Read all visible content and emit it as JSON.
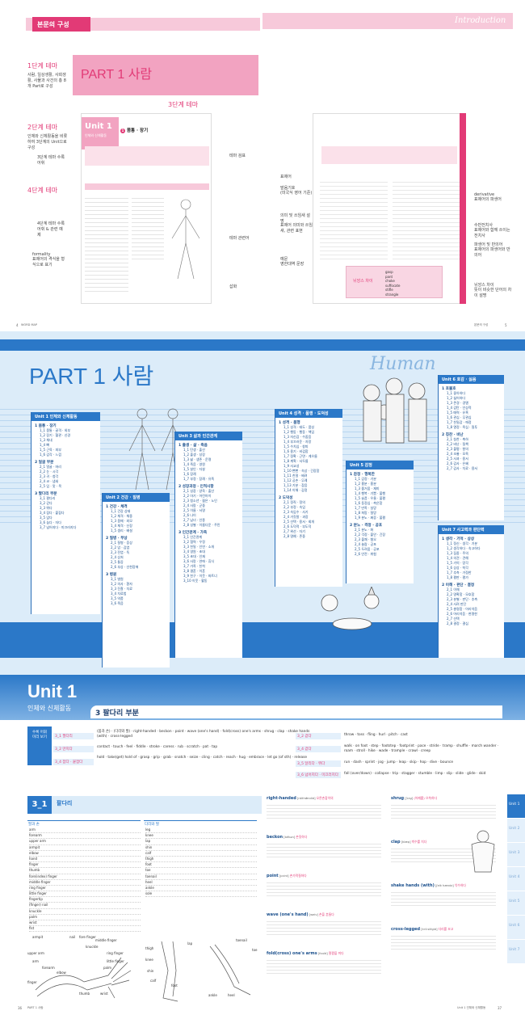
{
  "top_left": {
    "header_title": "본문의 구성",
    "part_title": "PART 1 사람",
    "stage1_label": "1단계 테마",
    "stage1_desc": "사람, 일상생활, 사회생활, 사물과 사건의 총 8개 Part로 구성",
    "stage2_label": "2단계 테마",
    "stage2_desc": "인체와 신체활동을 비롯하여 3단계의 Unit으로 구성",
    "stage3_label": "3단계 테마",
    "stage3_vocab": "3단계 테마 수록어휘",
    "stage4_label": "4단계 테마",
    "stage4_desc": "4단계 테마 수록어휘 & 관련 예제",
    "formality": "formality",
    "formality_desc": "표제어의 격식을 형식으로 표기",
    "unit_label": "Unit 1",
    "unit_sub": "인체와 신체활동",
    "section_title": "몸통 · 장기",
    "theme_index": "테마 검표",
    "theme_related": "테마 관련어",
    "illustration": "삽화",
    "page_no": "4",
    "footer": "WORD MAP"
  },
  "top_right": {
    "header_title": "Introduction",
    "headword_label": "표제어",
    "pronunciation_label": "발음기호",
    "pronunciation_desc": "(미국식 영어 기준)",
    "meaning_label": "의미 및 쓰임새 설명",
    "meaning_desc": "표제어 의미와 쓰임새, 관련 표현",
    "example_label": "예문",
    "example_desc": "영한대역 문장",
    "derivative_label": "derivative",
    "derivative_desc": "표제어의 파생어",
    "antonym_label": "수반전치사",
    "antonym_desc": "표제어와 함께 쓰이는 전치사",
    "synonym_label": "파생어 및 반의어",
    "synonym_desc": "표제어의 파생어와 반의어",
    "nuance_label": "뉘앙스 차이",
    "nuance_desc": "뜻이 비슷한 단어의 차이 설명",
    "box_title": "뉘앙스 차이",
    "box_words": [
      "gasp",
      "pant",
      "choke",
      "suffocate",
      "stifle",
      "strangle"
    ],
    "page_no": "5",
    "footer": "본문의 구성"
  },
  "part_page": {
    "title": "PART 1 사람",
    "script": "Human",
    "units": [
      {
        "name": "Unit 1 인체와 신체활동",
        "sections": [
          {
            "title": "1 몸통 · 장기",
            "items": [
              "1_1 몸통 · 골격 · 외부",
              "1_2 장기 · 혈관 · 신경",
              "1_3 체내",
              "1_4 뼈",
              "1_5 근육 · 피부",
              "1_6 감각 · 느낌"
            ]
          },
          {
            "title": "2 얼굴 부분",
            "items": [
              "2_1 얼굴 · 머리",
              "2_2 눈 · 시각",
              "2_3 귀 · 청각",
              "2_4 코 · 냄새",
              "2_5 입 · 맛 · 목"
            ]
          },
          {
            "title": "3 팔다리 부분",
            "items": [
              "3_1 팔다리",
              "3_2 걷다",
              "3_3 뛰다",
              "3_4 잡다 · 붙잡다",
              "3_5 앉다",
              "3_6 눕다 · 자다",
              "3_7 넘어지다 · 미끄러지다"
            ]
          }
        ]
      },
      {
        "name": "Unit 2 건강 · 질병",
        "sections": [
          {
            "title": "1 건강 · 체격",
            "items": [
              "1_1 건강 상태",
              "1_2 체격 · 체중",
              "1_3 몸매 · 외모",
              "1_4 체격 · 신장",
              "1_5 생리 · 배설"
            ]
          },
          {
            "title": "2 질병 · 부상",
            "items": [
              "2_1 질병 · 증상",
              "2_2 암 · 감염",
              "2_3 전염 · 독",
              "2_4 상처",
              "2_5 통증",
              "2_6 부상 · 선천장애"
            ]
          },
          {
            "title": "3 병원",
            "items": [
              "3_1 병원",
              "3_2 의사 · 환자",
              "3_3 진찰 · 치료",
              "3_4 치료법",
              "3_5 약품",
              "3_6 죽음"
            ]
          }
        ]
      },
      {
        "name": "Unit 3 삶과 인간관계",
        "sections": [
          {
            "title": "1 출생 · 삶 · 죽음",
            "items": [
              "1_1 탄생 · 출산",
              "1_2 출생 · 성장",
              "1_3 삶 · 생존 · 운명",
              "1_4 죽음 · 영원",
              "1_5 살인 · 자살",
              "1_6 장례",
              "1_7 부정 · 장례 · 유족"
            ]
          },
          {
            "title": "2 성장과정 · 인적사항",
            "items": [
              "2_1 성장 · 양육 · 출산",
              "2_2 아기 · 어린아이",
              "2_3 청소년 · 젊은 · 노인",
              "2_4 사람 · 군중",
              "2_5 이름 · 서명",
              "2_6 나이",
              "2_7 남녀 · 인종",
              "2_8 성별 · 이름다운 · 주민"
            ]
          },
          {
            "title": "3 인간관계 · 가족",
            "items": [
              "3_1 인간관계",
              "3_2 협력 · 우정",
              "3_3 친밀 · 인연 · 소개",
              "3_4 영원 · 초대",
              "3_5 초대 · 인재",
              "3_6 사랑 · 연애 · 휴식",
              "3_7 가족 · 친척",
              "3_8 결혼 · 이혼",
              "3_9 친구 · 이웃 · 파트너",
              "3_10 이웃 · 활동"
            ]
          }
        ]
      },
      {
        "name": "Unit 4 성격 · 품행 · 도덕성",
        "sections": [
          {
            "title": "1 성격 · 품행",
            "items": [
              "1_1 성격 · 태도 · 품성",
              "1_2 행동 · 행동 · 책임",
              "1_3 자신감 · 수줍음",
              "1_4 부끄러운 · 자랑",
              "1_5 수치심 · 창피",
              "1_6 용기 · 비겁함",
              "1_7 정확 · 근면 · 게으름",
              "1_8 계획 · 서두름",
              "1_9 사교성",
              "1_10 뻔뻔 · 속상 · 긴장함",
              "1_11 친절 · 배려",
              "1_12 공손 · 무례",
              "1_13 기분 · 참음",
              "1_14 이해 · 감정"
            ]
          },
          {
            "title": "2 도덕성",
            "items": [
              "2_1 정직 · 정의",
              "2_2 부정 · 속임",
              "2_3 속임수 · 사기",
              "2_4 거짓말 · 과장",
              "2_5 선택 · 용서 · 회개",
              "2_6 도덕적 · 부도덕",
              "2_7 위선 · 자기",
              "2_8 명예 · 존중"
            ]
          }
        ]
      },
      {
        "name": "Unit 5 감정",
        "sections": [
          {
            "title": "1 감정 · 행복한",
            "items": [
              "1_1 감정 · 기분",
              "1_2 흥분 · 흥분",
              "1_3 즐거움 · 재미",
              "1_4 행복 · 기쁨 · 불행",
              "1_5 슬픔 · 우울 · 불평",
              "1_6 동정심 · 측은함",
              "1_7 만족 · 실망",
              "1_8 희망 · 절망",
              "1_9 분노 · 짜증 · 불평"
            ]
          },
          {
            "title": "2 분노 · 걱정 · 공포",
            "items": [
              "2_1 분노 · 화",
              "2_2 걱정 · 불안 · 긴장",
              "2_3 불쾌 · 혐오",
              "2_4 놀람 · 공포",
              "2_5 두려움 · 공포",
              "2_6 안전 · 위험"
            ]
          }
        ]
      },
      {
        "name": "Unit 6 호감 · 싫음",
        "sections": [
          {
            "title": "1 호불호",
            "items": [
              "1_1 좋아하다",
              "1_2 싫어하다",
              "1_3 존경 · 경멸",
              "1_4 감탄 · 인상적",
              "1_5 매력 · 유혹",
              "1_6 관심 · 무관심",
              "1_7 친밀감 · 애정",
              "1_8 열정 · 욕심 · 질투"
            ]
          },
          {
            "title": "2 칭찬 · 비난",
            "items": [
              "2_1 칭찬 · 축하",
              "2_2 비난 · 질책",
              "2_3 불평 · 항의",
              "2_4 조롱 · 모욕",
              "2_5 사과 · 용서",
              "2_6 감사 · 은혜",
              "2_7 감사 · 치료 · 용서"
            ]
          }
        ]
      },
      {
        "name": "Unit 7 사고력과 판단력",
        "sections": [
          {
            "title": "1 생각 · 기억 · 상상",
            "items": [
              "1_1 정신 · 생각 · 기분",
              "1_2 생각하다 · 숙고하다",
              "1_3 집중 · 주의",
              "1_4 의견 · 견해",
              "1_5 기억 · 망각",
              "1_6 상상 · 착각",
              "1_7 추측 · 가정한",
              "1_8 평판 · 평가"
            ]
          },
          {
            "title": "2 이해 · 판단 · 결정",
            "items": [
              "2_1 이해",
              "2_2 명확함 · 모호함",
              "2_3 분별 · 판단 · 추측",
              "2_4 사려 판단",
              "2_5 총명함 · 어리석음",
              "2_6 어리석음 · 현명한",
              "2_7 선택",
              "2_8 결정 · 결심"
            ]
          }
        ]
      }
    ]
  },
  "unit_page": {
    "unit": "Unit 1",
    "unit_sub": "인체와 신체활동",
    "section": "3 팔다리 부분",
    "vocab_label": "수록 어휘 미리 보기",
    "rows": [
      {
        "left_label": "3_1 팔다리",
        "left_words": "(몸과 손) · (다리와 발) · right-handed · beckon · point · wave (one's hand) · fold(cross) one's arms · shrug · clap · shake hands (with) · cross-legged",
        "right_label": "3_2 걷다",
        "right_words": "throw · toss · fling · hurl · pitch · cast"
      },
      {
        "left_label": "3_2 만지다",
        "left_words": "contact · touch · feel · fiddle · stroke · caress · rub · scratch · pat · tap",
        "right_label": "3_4 걷다",
        "right_words": "walk · on foot · step · footstep · footprint · pace · stride · tramp · shuffle · march wander · roam · stroll · hike · wade · trample · crawl · creep"
      },
      {
        "left_label": "3_4 잡다 · 붙잡다",
        "left_words": "hold · take(get) hold of · grasp · grip · grab · snatch · seize · cling · catch · reach · hug · embrace · let go (of sth) · release",
        "right_label": "3_5 달리다 · 뛰다",
        "right_words": "run · dash · sprint · jog · jump · leap · skip · hop · dive · bounce"
      },
      {
        "left_label": "",
        "left_words": "",
        "right_label": "3_6 넘어지다 · 미끄러지다",
        "right_words": "fall (over/down) · collapse · trip · stagger · stumble · limp · slip · slide · glide · skid"
      }
    ],
    "sub_number": "3_1",
    "sub_title": "팔다리",
    "left_page_no": "36",
    "left_footer": "PART 1 사람",
    "right_page_no": "37",
    "right_footer": "Unit 1 인체와 신체활동",
    "tabs": [
      "Unit 1",
      "Unit 2",
      "Unit 3",
      "Unit 4",
      "Unit 5",
      "Unit 6",
      "Unit 7"
    ],
    "arm_table": {
      "title": "팔과 손",
      "words": [
        "arm",
        "forearm",
        "upper arm",
        "armpit",
        "elbow",
        "hand",
        "finger",
        "thumb",
        "fore(index) finger",
        "middle finger",
        "ring finger",
        "little finger",
        "fingertip",
        "(finger) nail",
        "knuckle",
        "palm",
        "wrist",
        "fist"
      ]
    },
    "leg_table": {
      "title": "다리와 발",
      "words": [
        "leg",
        "knee",
        "lap",
        "shin",
        "calf",
        "thigh",
        "foot",
        "toe",
        "toenail",
        "heel",
        "ankle",
        "sole"
      ]
    },
    "entries_left": [
      {
        "word": "right-handed",
        "pron": "[ráithǽndid]",
        "kor": "오른손잡이의"
      },
      {
        "word": "beckon",
        "pron": "[békən]",
        "kor": "손짓하다"
      },
      {
        "word": "point",
        "pron": "[pɔint]",
        "kor": "손가락질하다"
      },
      {
        "word": "wave (one's hand)",
        "pron": "[weiv]",
        "kor": "손을 흔들다"
      },
      {
        "word": "fold(cross) one's arms",
        "pron": "[fould]",
        "kor": "팔짱을 끼다"
      }
    ],
    "entries_right": [
      {
        "word": "shrug",
        "pron": "[ʃrʌg]",
        "kor": "(어깨를) 으쓱하다"
      },
      {
        "word": "clap",
        "pron": "[klæp]",
        "kor": "박수를 치다"
      },
      {
        "word": "shake hands (with)",
        "pron": "[ʃeik hændz]",
        "kor": "악수하다"
      },
      {
        "word": "cross-legged",
        "pron": "[krɔ́:slégid]",
        "kor": "다리를 꼬고"
      }
    ],
    "arm_diagram_labels": [
      "armpit",
      "nail",
      "fore finger",
      "middle finger",
      "knuckle",
      "ring finger",
      "upper arm",
      "little finger",
      "arm",
      "palm",
      "forearm",
      "elbow",
      "finger",
      "thumb",
      "wrist"
    ],
    "leg_diagram_labels": [
      "thigh",
      "lap",
      "knee",
      "shin",
      "calf",
      "foot",
      "toenail",
      "toe",
      "ankle",
      "heel"
    ]
  }
}
